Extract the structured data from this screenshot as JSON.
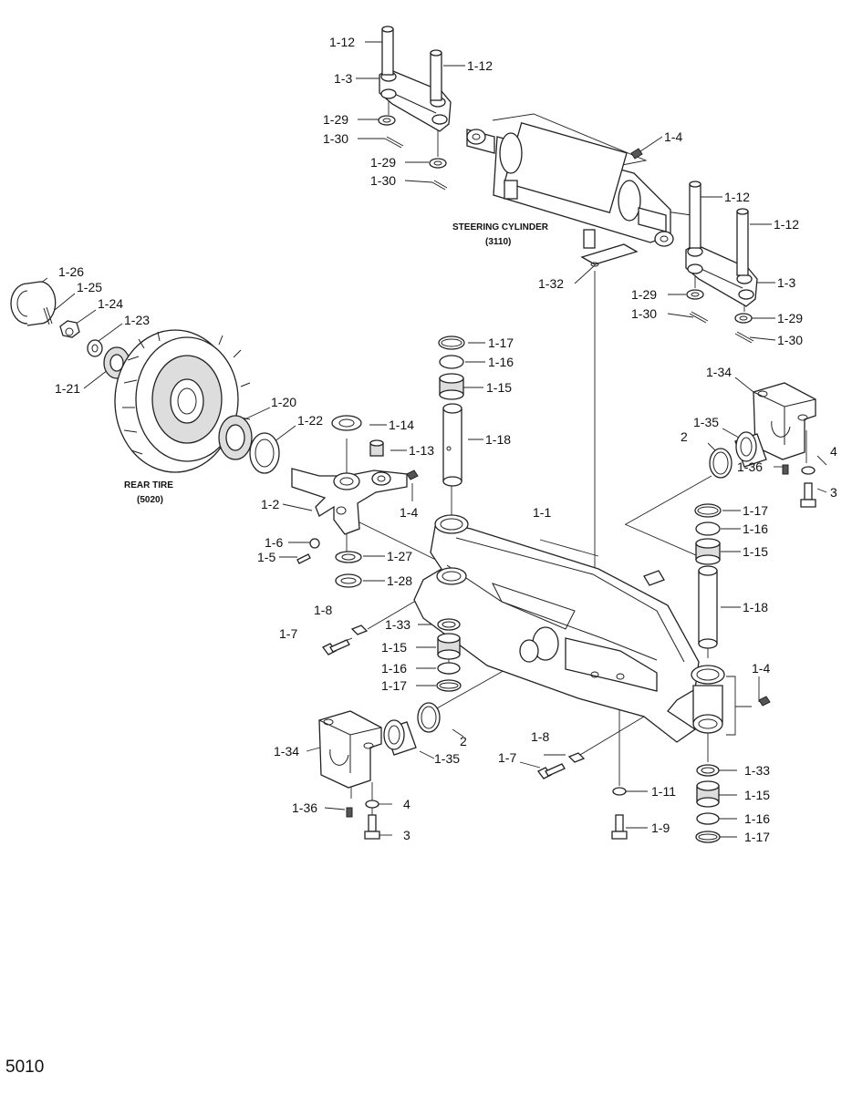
{
  "diagram": {
    "page_number": "5010",
    "captions": {
      "steering_cylinder_name": "STEERING CYLINDER",
      "steering_cylinder_code": "(3110)",
      "rear_tire_name": "REAR TIRE",
      "rear_tire_code": "(5020)"
    },
    "callouts": [
      {
        "id": "c-12a",
        "label": "1-12"
      },
      {
        "id": "c-12b",
        "label": "1-12"
      },
      {
        "id": "c-3a",
        "label": "1-3"
      },
      {
        "id": "c-29a",
        "label": "1-29"
      },
      {
        "id": "c-30a",
        "label": "1-30"
      },
      {
        "id": "c-29b",
        "label": "1-29"
      },
      {
        "id": "c-30b",
        "label": "1-30"
      },
      {
        "id": "c-4a",
        "label": "1-4"
      },
      {
        "id": "c-12c",
        "label": "1-12"
      },
      {
        "id": "c-12d",
        "label": "1-12"
      },
      {
        "id": "c-3b",
        "label": "1-3"
      },
      {
        "id": "c-32",
        "label": "1-32"
      },
      {
        "id": "c-29c",
        "label": "1-29"
      },
      {
        "id": "c-30c",
        "label": "1-30"
      },
      {
        "id": "c-29d",
        "label": "1-29"
      },
      {
        "id": "c-30d",
        "label": "1-30"
      },
      {
        "id": "c-26",
        "label": "1-26"
      },
      {
        "id": "c-25",
        "label": "1-25"
      },
      {
        "id": "c-24",
        "label": "1-24"
      },
      {
        "id": "c-23",
        "label": "1-23"
      },
      {
        "id": "c-21",
        "label": "1-21"
      },
      {
        "id": "c-17a",
        "label": "1-17"
      },
      {
        "id": "c-16a",
        "label": "1-16"
      },
      {
        "id": "c-15a",
        "label": "1-15"
      },
      {
        "id": "c-18a",
        "label": "1-18"
      },
      {
        "id": "c-34a",
        "label": "1-34"
      },
      {
        "id": "c-35a",
        "label": "1-35"
      },
      {
        "id": "c-2a",
        "label": "2"
      },
      {
        "id": "c-36a",
        "label": "1-36"
      },
      {
        "id": "c-4b",
        "label": "4"
      },
      {
        "id": "c-3c",
        "label": "3"
      },
      {
        "id": "c-20",
        "label": "1-20"
      },
      {
        "id": "c-22",
        "label": "1-22"
      },
      {
        "id": "c-14",
        "label": "1-14"
      },
      {
        "id": "c-13",
        "label": "1-13"
      },
      {
        "id": "c-4c",
        "label": "1-4"
      },
      {
        "id": "c-2b",
        "label": "1-2"
      },
      {
        "id": "c-6",
        "label": "1-6"
      },
      {
        "id": "c-5",
        "label": "1-5"
      },
      {
        "id": "c-27",
        "label": "1-27"
      },
      {
        "id": "c-28",
        "label": "1-28"
      },
      {
        "id": "c-1",
        "label": "1-1"
      },
      {
        "id": "c-17b",
        "label": "1-17"
      },
      {
        "id": "c-16b",
        "label": "1-16"
      },
      {
        "id": "c-15b",
        "label": "1-15"
      },
      {
        "id": "c-18b",
        "label": "1-18"
      },
      {
        "id": "c-8a",
        "label": "1-8"
      },
      {
        "id": "c-7a",
        "label": "1-7"
      },
      {
        "id": "c-33a",
        "label": "1-33"
      },
      {
        "id": "c-15c",
        "label": "1-15"
      },
      {
        "id": "c-16c",
        "label": "1-16"
      },
      {
        "id": "c-17c",
        "label": "1-17"
      },
      {
        "id": "c-4d",
        "label": "1-4"
      },
      {
        "id": "c-2c",
        "label": "2"
      },
      {
        "id": "c-34b",
        "label": "1-34"
      },
      {
        "id": "c-35b",
        "label": "1-35"
      },
      {
        "id": "c-36b",
        "label": "1-36"
      },
      {
        "id": "c-4e",
        "label": "4"
      },
      {
        "id": "c-3d",
        "label": "3"
      },
      {
        "id": "c-8b",
        "label": "1-8"
      },
      {
        "id": "c-7b",
        "label": "1-7"
      },
      {
        "id": "c-11",
        "label": "1-11"
      },
      {
        "id": "c-9",
        "label": "1-9"
      },
      {
        "id": "c-33b",
        "label": "1-33"
      },
      {
        "id": "c-15d",
        "label": "1-15"
      },
      {
        "id": "c-16d",
        "label": "1-16"
      },
      {
        "id": "c-17d",
        "label": "1-17"
      }
    ]
  }
}
